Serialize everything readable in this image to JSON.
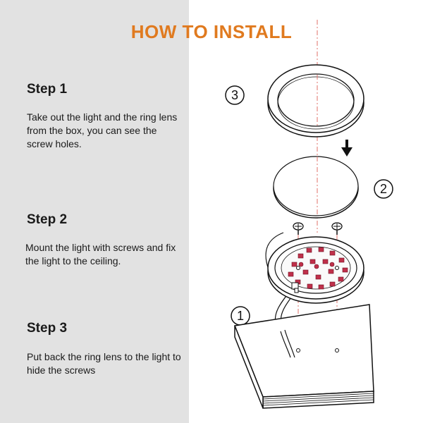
{
  "title": "HOW TO INSTALL",
  "steps": [
    {
      "title": "Step 1",
      "description": "Take out the light and the ring lens from the box, you can see the screw holes."
    },
    {
      "title": "Step 2",
      "description": "Mount the light with screws and fix the light to the ceiling."
    },
    {
      "title": "Step 3",
      "description": "Put back the ring lens to the light to hide the screws"
    }
  ],
  "diagram": {
    "callouts": [
      "3",
      "2",
      "1"
    ],
    "arrow_icon": "down-arrow-icon",
    "colors": {
      "title": "#e07a1f",
      "guide_lines": "#e0706a",
      "panel": "#e2e2e2",
      "led": "#c0304a"
    }
  }
}
